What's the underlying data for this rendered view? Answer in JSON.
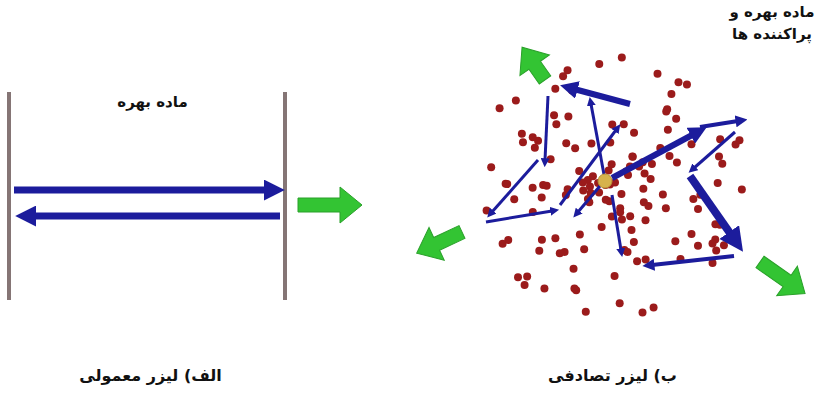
{
  "diagram": {
    "nodes": [
      {
        "text": [
          "ماده بهره"
        ]
      },
      {
        "text": [
          "ماده بهره و پراکننده ها"
        ]
      }
    ],
    "labels": [
      "الف) لیزر معمولی",
      "ب) لیزر تصادفی"
    ]
  }
}
